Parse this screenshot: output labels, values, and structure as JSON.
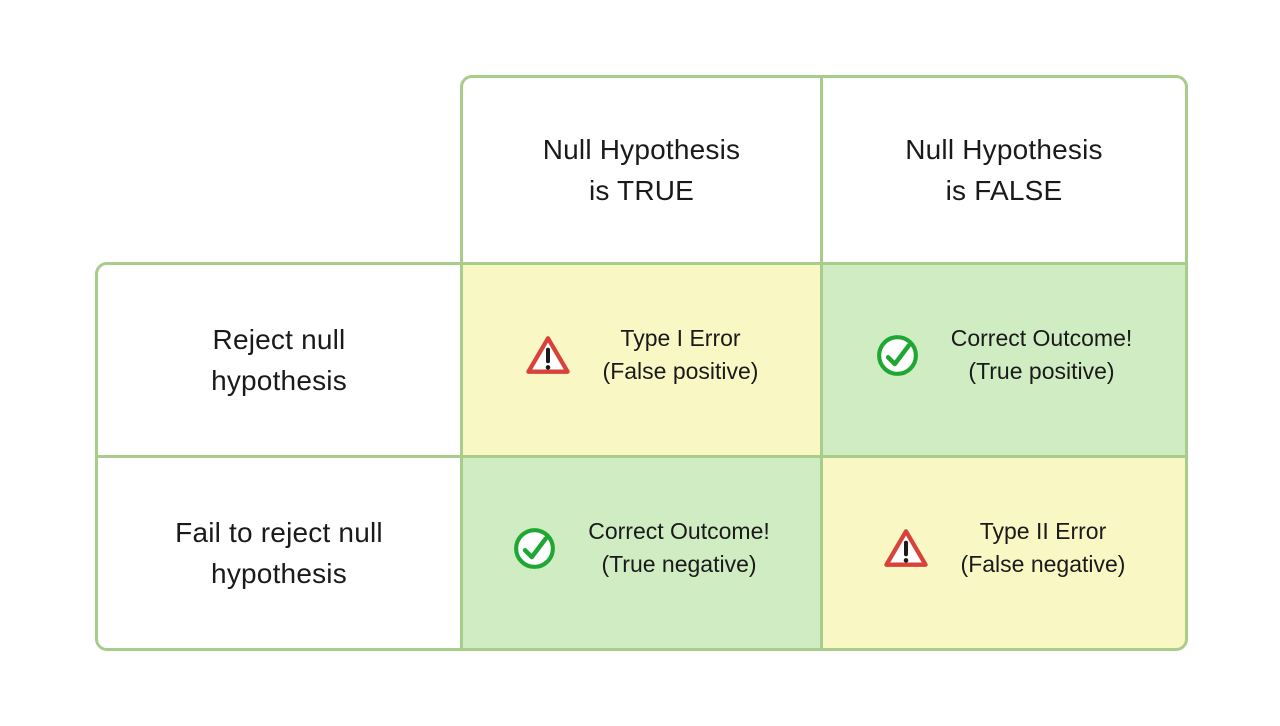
{
  "colors": {
    "background": "#ffffff",
    "border": "#a8cd8a",
    "cell_yellow": "#f9f8c5",
    "cell_green": "#cfecc3",
    "warning_red": "#d8423b",
    "check_green": "#1fa733",
    "text": "#1a1a1a"
  },
  "matrix": {
    "column_headers": [
      {
        "line1": "Null Hypothesis",
        "line2": "is TRUE"
      },
      {
        "line1": "Null Hypothesis",
        "line2": "is FALSE"
      }
    ],
    "row_headers": [
      {
        "line1": "Reject null",
        "line2": "hypothesis"
      },
      {
        "line1": "Fail to reject null",
        "line2": "hypothesis"
      }
    ],
    "cells": {
      "reject_true": {
        "icon": "warning-icon",
        "tone": "warning",
        "line1": "Type I Error",
        "line2": "(False positive)"
      },
      "reject_false": {
        "icon": "check-icon",
        "tone": "success",
        "line1": "Correct Outcome!",
        "line2": "(True positive)"
      },
      "fail_true": {
        "icon": "check-icon",
        "tone": "success",
        "line1": "Correct Outcome!",
        "line2": "(True negative)"
      },
      "fail_false": {
        "icon": "warning-icon",
        "tone": "warning",
        "line1": "Type II Error",
        "line2": "(False negative)"
      }
    }
  }
}
